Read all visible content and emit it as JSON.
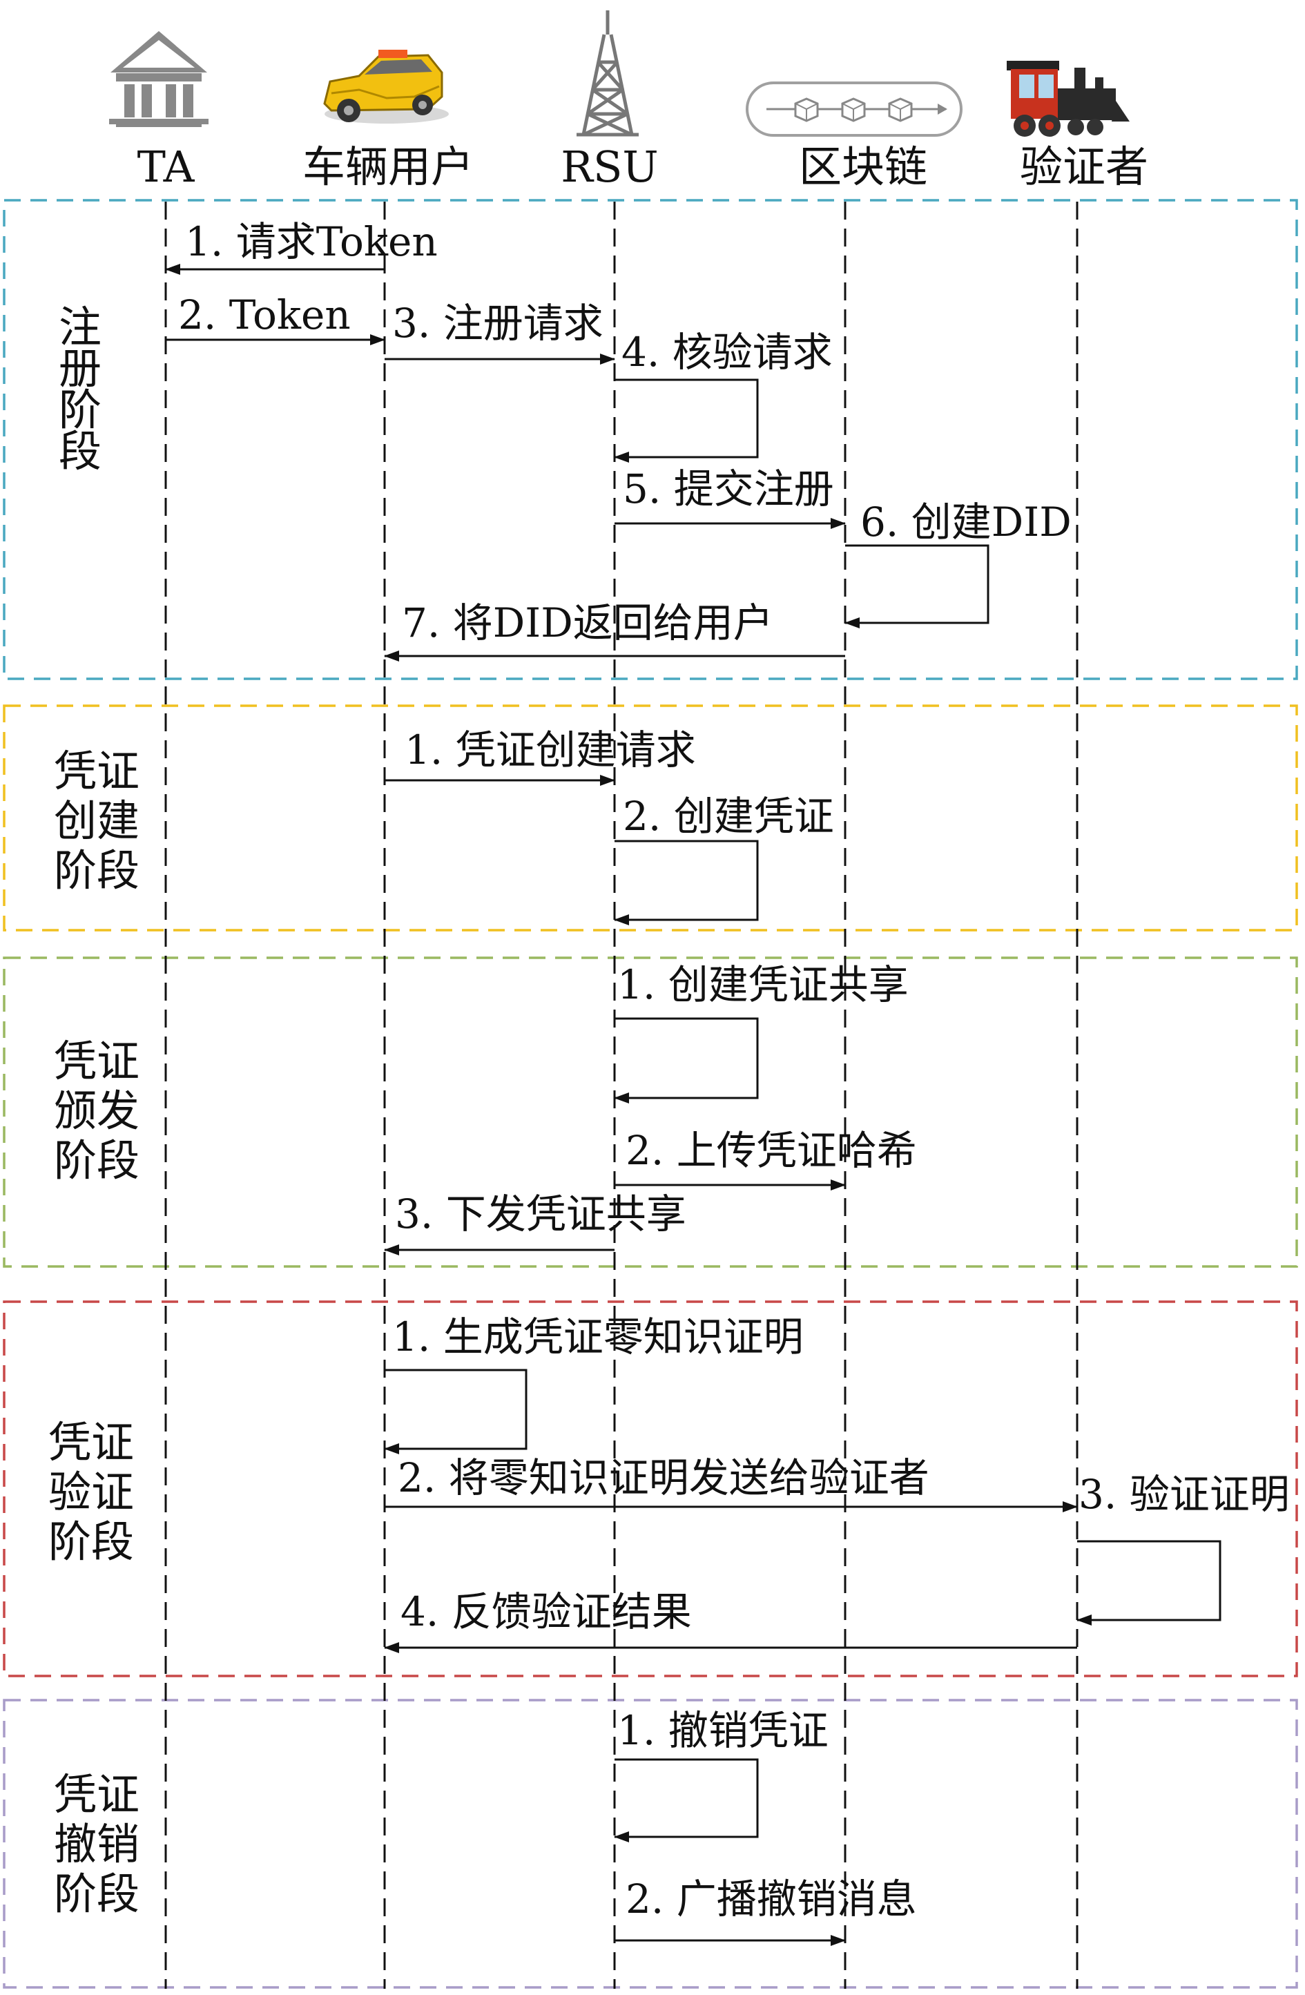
{
  "actors": [
    {
      "id": "ta",
      "label": "TA",
      "icon": "bank-icon"
    },
    {
      "id": "vehicle",
      "label": "车辆用户",
      "icon": "taxi-icon"
    },
    {
      "id": "rsu",
      "label": "RSU",
      "icon": "tower-icon"
    },
    {
      "id": "chain",
      "label": "区块链",
      "icon": "blockchain-icon"
    },
    {
      "id": "verifier",
      "label": "验证者",
      "icon": "train-icon"
    }
  ],
  "phases": [
    {
      "id": "register",
      "lines": [
        "注",
        "册",
        "阶",
        "段"
      ],
      "color": "#4aa8c0",
      "messages": [
        {
          "from": "vehicle",
          "to": "ta",
          "label": "1. 请求Token"
        },
        {
          "from": "ta",
          "to": "vehicle",
          "label": "2. Token"
        },
        {
          "from": "vehicle",
          "to": "rsu",
          "label": "3. 注册请求"
        },
        {
          "from": "rsu",
          "to": "rsu",
          "label": "4. 核验请求"
        },
        {
          "from": "rsu",
          "to": "chain",
          "label": "5. 提交注册"
        },
        {
          "from": "chain",
          "to": "chain",
          "label": "6. 创建DID"
        },
        {
          "from": "chain",
          "to": "vehicle",
          "label": "7. 将DID返回给用户"
        }
      ]
    },
    {
      "id": "create",
      "lines": [
        "凭证",
        "创建",
        "阶段"
      ],
      "color": "#f0c020",
      "messages": [
        {
          "from": "vehicle",
          "to": "rsu",
          "label": "1. 凭证创建请求"
        },
        {
          "from": "rsu",
          "to": "rsu",
          "label": "2. 创建凭证"
        }
      ]
    },
    {
      "id": "issue",
      "lines": [
        "凭证",
        "颁发",
        "阶段"
      ],
      "color": "#9ab860",
      "messages": [
        {
          "from": "rsu",
          "to": "rsu",
          "label": "1. 创建凭证共享"
        },
        {
          "from": "rsu",
          "to": "chain",
          "label": "2. 上传凭证哈希"
        },
        {
          "from": "rsu",
          "to": "vehicle",
          "label": "3. 下发凭证共享"
        }
      ]
    },
    {
      "id": "verify",
      "lines": [
        "凭证",
        "验证",
        "阶段"
      ],
      "color": "#c84848",
      "messages": [
        {
          "from": "vehicle",
          "to": "vehicle",
          "label": "1. 生成凭证零知识证明"
        },
        {
          "from": "vehicle",
          "to": "verifier",
          "label": "2. 将零知识证明发送给验证者"
        },
        {
          "from": "verifier",
          "to": "verifier",
          "label": "3. 验证证明"
        },
        {
          "from": "verifier",
          "to": "vehicle",
          "label": "4. 反馈验证结果"
        }
      ]
    },
    {
      "id": "revoke",
      "lines": [
        "凭证",
        "撤销",
        "阶段"
      ],
      "color": "#a89cc8",
      "messages": [
        {
          "from": "rsu",
          "to": "rsu",
          "label": "1. 撤销凭证"
        },
        {
          "from": "rsu",
          "to": "chain",
          "label": "2. 广播撤销消息"
        }
      ]
    }
  ]
}
